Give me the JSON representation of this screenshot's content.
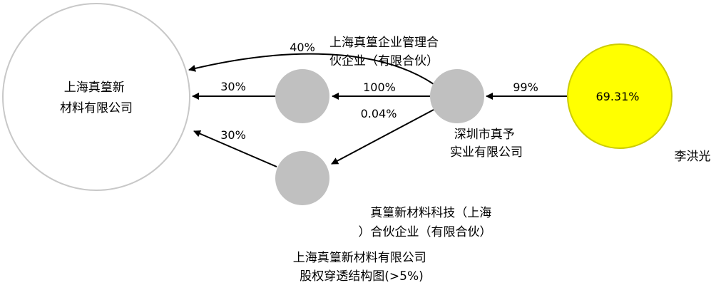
{
  "nodes": {
    "target": {
      "lines": [
        "上海真篁新",
        "材料有限公司"
      ]
    },
    "partnership_mgmt": {
      "lines": [
        "上海真篁企业管理合",
        "伙企业（有限合伙）"
      ]
    },
    "shenzhen": {
      "lines": [
        "深圳市真予",
        "实业有限公司"
      ]
    },
    "tech_partnership": {
      "lines": [
        "真篁新材料科技（上海",
        "）合伙企业（有限合伙）"
      ]
    },
    "person": {
      "name": "李洪光",
      "value_label": "69.31%"
    }
  },
  "edges": {
    "person_to_shenzhen": "99%",
    "shenzhen_to_mgmt": "100%",
    "shenzhen_to_tech": "0.04%",
    "shenzhen_to_target": "40%",
    "mgmt_to_target": "30%",
    "tech_to_target": "30%"
  },
  "caption": {
    "lines": [
      "上海真篁新材料有限公司",
      "股权穿透结构图(>5%)"
    ]
  },
  "colors": {
    "node_gray": "#c0c0c0",
    "person_fill": "#ffff00",
    "target_stroke": "#c8c8c8",
    "edge": "#000000"
  }
}
